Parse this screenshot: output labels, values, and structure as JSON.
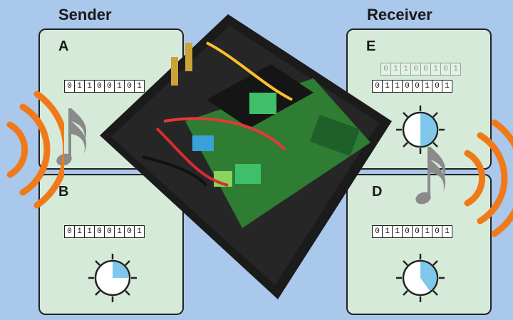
{
  "titles": {
    "sender": "Sender",
    "receiver": "Receiver"
  },
  "panels": [
    {
      "letter": "A",
      "bits": [
        "0",
        "1",
        "1",
        "0",
        "0",
        "1",
        "0",
        "1"
      ]
    },
    {
      "letter": "B",
      "bits": [
        "0",
        "1",
        "1",
        "0",
        "0",
        "1",
        "0",
        "1"
      ]
    },
    {
      "letter": "E",
      "bits": [
        "0",
        "1",
        "1",
        "0",
        "0",
        "1",
        "0",
        "1"
      ]
    },
    {
      "letter": "D",
      "bits": [
        "0",
        "1",
        "1",
        "0",
        "0",
        "1",
        "0",
        "1"
      ]
    }
  ],
  "dials": {
    "B": {
      "fill_fraction": 0.25
    },
    "E": {
      "fill_fraction": 0.5
    },
    "D": {
      "fill_fraction": 0.4
    }
  },
  "colors": {
    "background": "#a9c8ec",
    "panel": "#d6ead9",
    "dial_fill": "#7fc8ec",
    "waves": "#f07a1a",
    "enclosure": "#1b1b1b",
    "pcb": "#2e7d32"
  },
  "icons": [
    "music-note-icon",
    "radio-wave-icon",
    "dial-icon"
  ]
}
